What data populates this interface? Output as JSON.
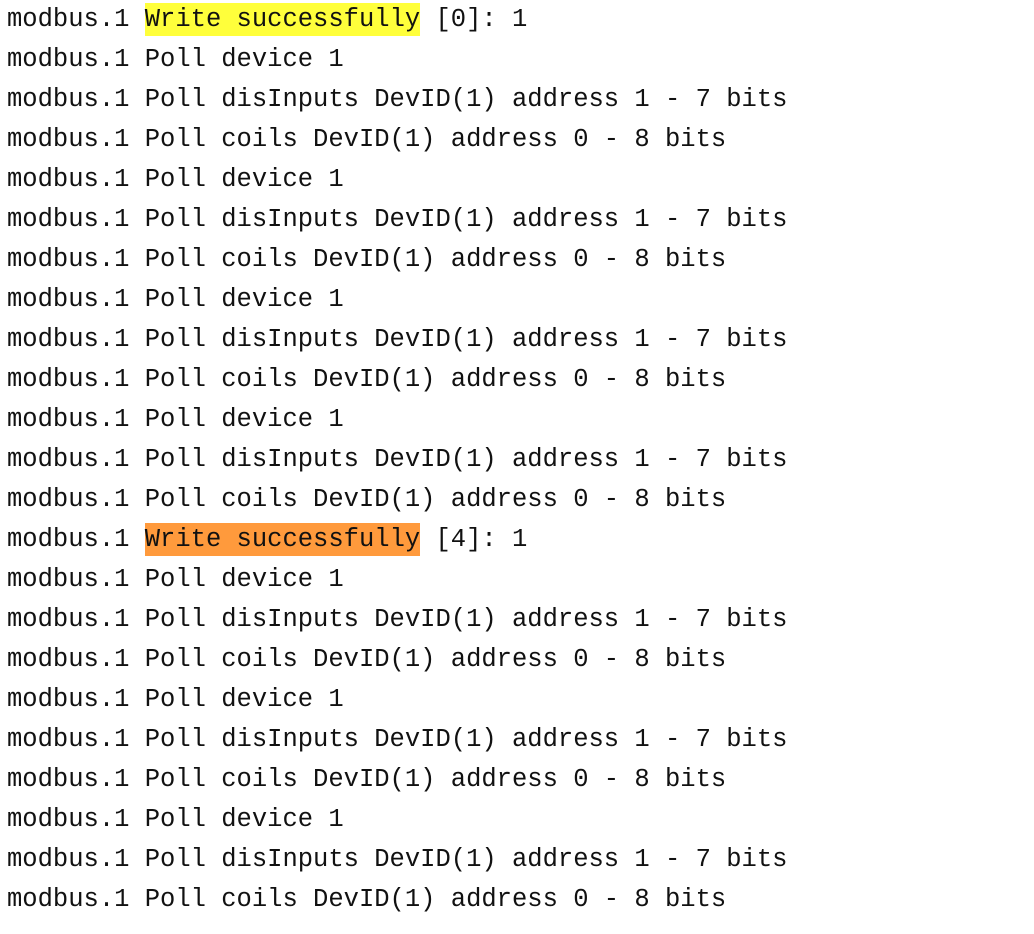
{
  "log": {
    "lines": [
      {
        "prefix": "modbus.1 ",
        "highlight": "Write successfully",
        "highlight_color": "#ffff3b",
        "suffix": " [0]: 1"
      },
      {
        "prefix": "modbus.1 Poll device 1"
      },
      {
        "prefix": "modbus.1 Poll disInputs DevID(1) address 1 - 7 bits"
      },
      {
        "prefix": "modbus.1 Poll coils DevID(1) address 0 - 8 bits"
      },
      {
        "prefix": "modbus.1 Poll device 1"
      },
      {
        "prefix": "modbus.1 Poll disInputs DevID(1) address 1 - 7 bits"
      },
      {
        "prefix": "modbus.1 Poll coils DevID(1) address 0 - 8 bits"
      },
      {
        "prefix": "modbus.1 Poll device 1"
      },
      {
        "prefix": "modbus.1 Poll disInputs DevID(1) address 1 - 7 bits"
      },
      {
        "prefix": "modbus.1 Poll coils DevID(1) address 0 - 8 bits"
      },
      {
        "prefix": "modbus.1 Poll device 1"
      },
      {
        "prefix": "modbus.1 Poll disInputs DevID(1) address 1 - 7 bits"
      },
      {
        "prefix": "modbus.1 Poll coils DevID(1) address 0 - 8 bits"
      },
      {
        "prefix": "modbus.1 ",
        "highlight": "Write successfully",
        "highlight_color": "#ff9a3c",
        "suffix": " [4]: 1"
      },
      {
        "prefix": "modbus.1 Poll device 1"
      },
      {
        "prefix": "modbus.1 Poll disInputs DevID(1) address 1 - 7 bits"
      },
      {
        "prefix": "modbus.1 Poll coils DevID(1) address 0 - 8 bits"
      },
      {
        "prefix": "modbus.1 Poll device 1"
      },
      {
        "prefix": "modbus.1 Poll disInputs DevID(1) address 1 - 7 bits"
      },
      {
        "prefix": "modbus.1 Poll coils DevID(1) address 0 - 8 bits"
      },
      {
        "prefix": "modbus.1 Poll device 1"
      },
      {
        "prefix": "modbus.1 Poll disInputs DevID(1) address 1 - 7 bits"
      },
      {
        "prefix": "modbus.1 Poll coils DevID(1) address 0 - 8 bits"
      }
    ]
  }
}
